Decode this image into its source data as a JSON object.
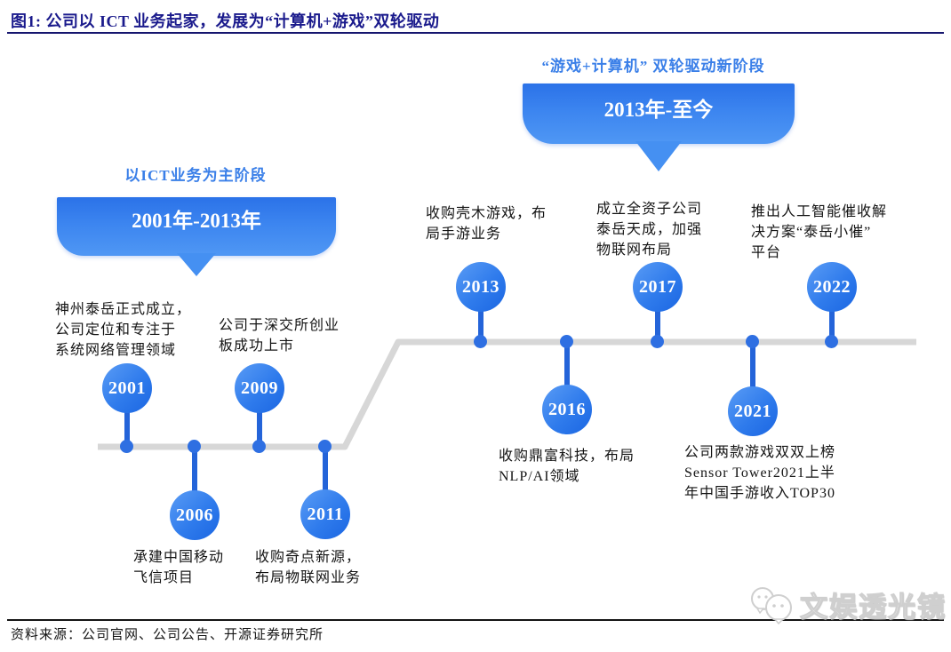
{
  "figure": {
    "title": "图1:  公司以 ICT 业务起家，发展为“计算机+游戏”双轮驱动",
    "source": "资料来源：公司官网、公司公告、开源证券研究所"
  },
  "phases": [
    {
      "label": "以ICT业务为主阶段",
      "range": "2001年-2013年"
    },
    {
      "label": "“游戏+计算机” 双轮驱动新阶段",
      "range": "2013年-至今"
    }
  ],
  "timeline": {
    "nodes": [
      {
        "year": "2001",
        "position": "above",
        "desc": "神州泰岳正式成立，\n公司定位和专注于\n系统网络管理领域"
      },
      {
        "year": "2006",
        "position": "below",
        "desc": "承建中国移动\n飞信项目"
      },
      {
        "year": "2009",
        "position": "above",
        "desc": "公司于深交所创业\n板成功上市"
      },
      {
        "year": "2011",
        "position": "below",
        "desc": "收购奇点新源，\n布局物联网业务"
      },
      {
        "year": "2013",
        "position": "above",
        "desc": "收购壳木游戏，布\n局手游业务"
      },
      {
        "year": "2016",
        "position": "below",
        "desc": "收购鼎富科技，布局\nNLP/AI领域"
      },
      {
        "year": "2017",
        "position": "above",
        "desc": "成立全资子公司\n泰岳天成，加强\n物联网布局"
      },
      {
        "year": "2021",
        "position": "below",
        "desc": "公司两款游戏双双上榜\nSensor Tower2021上半\n年中国手游收入TOP30"
      },
      {
        "year": "2022",
        "position": "above",
        "desc": "推出人工智能催收解\n决方案“泰岳小催”\n平台"
      }
    ]
  },
  "watermark": {
    "name": "文娱透光镜"
  },
  "colors": {
    "title_navy": "#1a1a8c",
    "label_blue": "#3a7fe8",
    "banner_blue_top": "#2b72e8",
    "banner_blue_bottom": "#4f97f4",
    "circle_blue": "#2f7bec",
    "stem_blue": "#2464d9",
    "track_gray": "#d7d7d7"
  }
}
